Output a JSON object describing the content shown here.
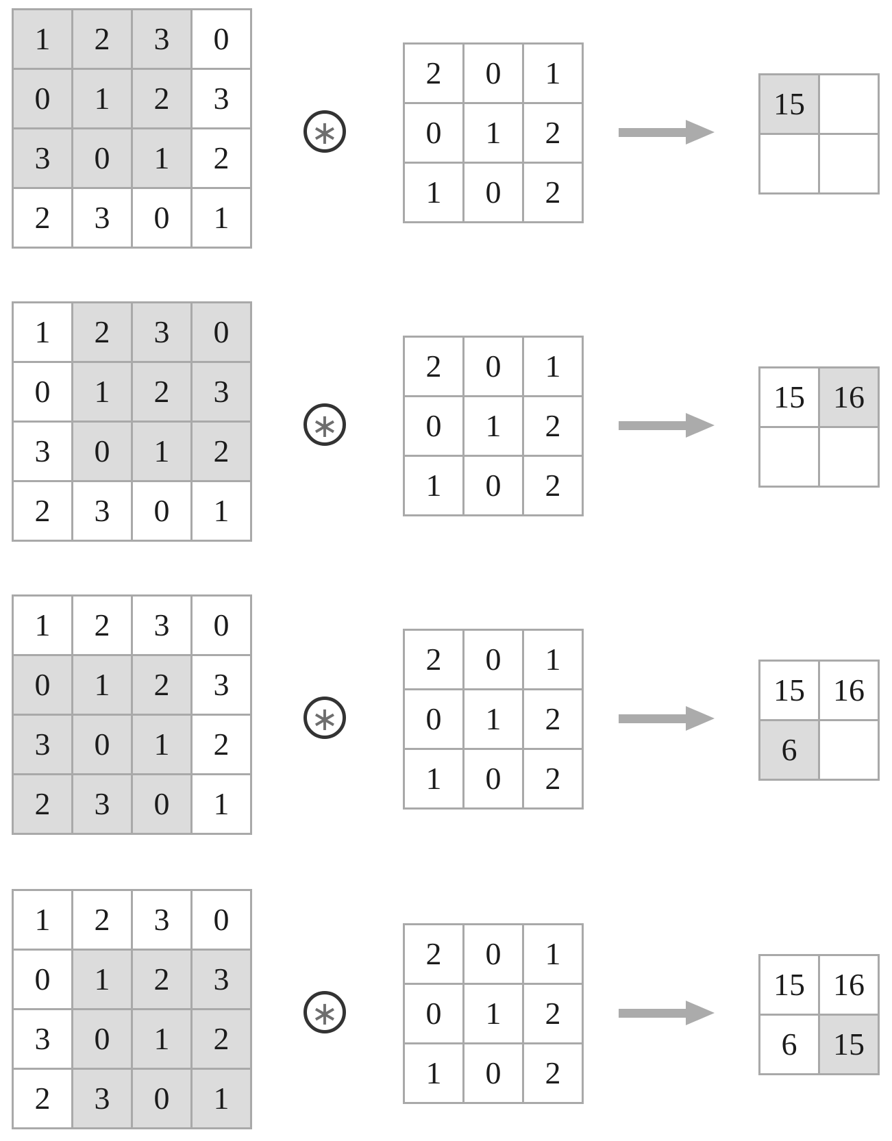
{
  "operator": {
    "symbol": "∗"
  },
  "colors": {
    "cell_highlight": "#dcdcdc",
    "grid_line": "#a9a9a9",
    "arrow": "#ababab",
    "circle_stroke": "#333333",
    "number_text": "#1b1b1b"
  },
  "input_matrix": {
    "values": [
      [
        1,
        2,
        3,
        0
      ],
      [
        0,
        1,
        2,
        3
      ],
      [
        3,
        0,
        1,
        2
      ],
      [
        2,
        3,
        0,
        1
      ]
    ]
  },
  "kernel": {
    "values": [
      [
        2,
        0,
        1
      ],
      [
        0,
        1,
        2
      ],
      [
        1,
        0,
        2
      ]
    ]
  },
  "steps": [
    {
      "window_row": 0,
      "window_col": 0,
      "output": [
        [
          "15",
          ""
        ],
        [
          "",
          ""
        ]
      ],
      "highlight_row": 0,
      "highlight_col": 0
    },
    {
      "window_row": 0,
      "window_col": 1,
      "output": [
        [
          "15",
          "16"
        ],
        [
          "",
          ""
        ]
      ],
      "highlight_row": 0,
      "highlight_col": 1
    },
    {
      "window_row": 1,
      "window_col": 0,
      "output": [
        [
          "15",
          "16"
        ],
        [
          "6",
          ""
        ]
      ],
      "highlight_row": 1,
      "highlight_col": 0
    },
    {
      "window_row": 1,
      "window_col": 1,
      "output": [
        [
          "15",
          "16"
        ],
        [
          "6",
          "15"
        ]
      ],
      "highlight_row": 1,
      "highlight_col": 1
    }
  ]
}
